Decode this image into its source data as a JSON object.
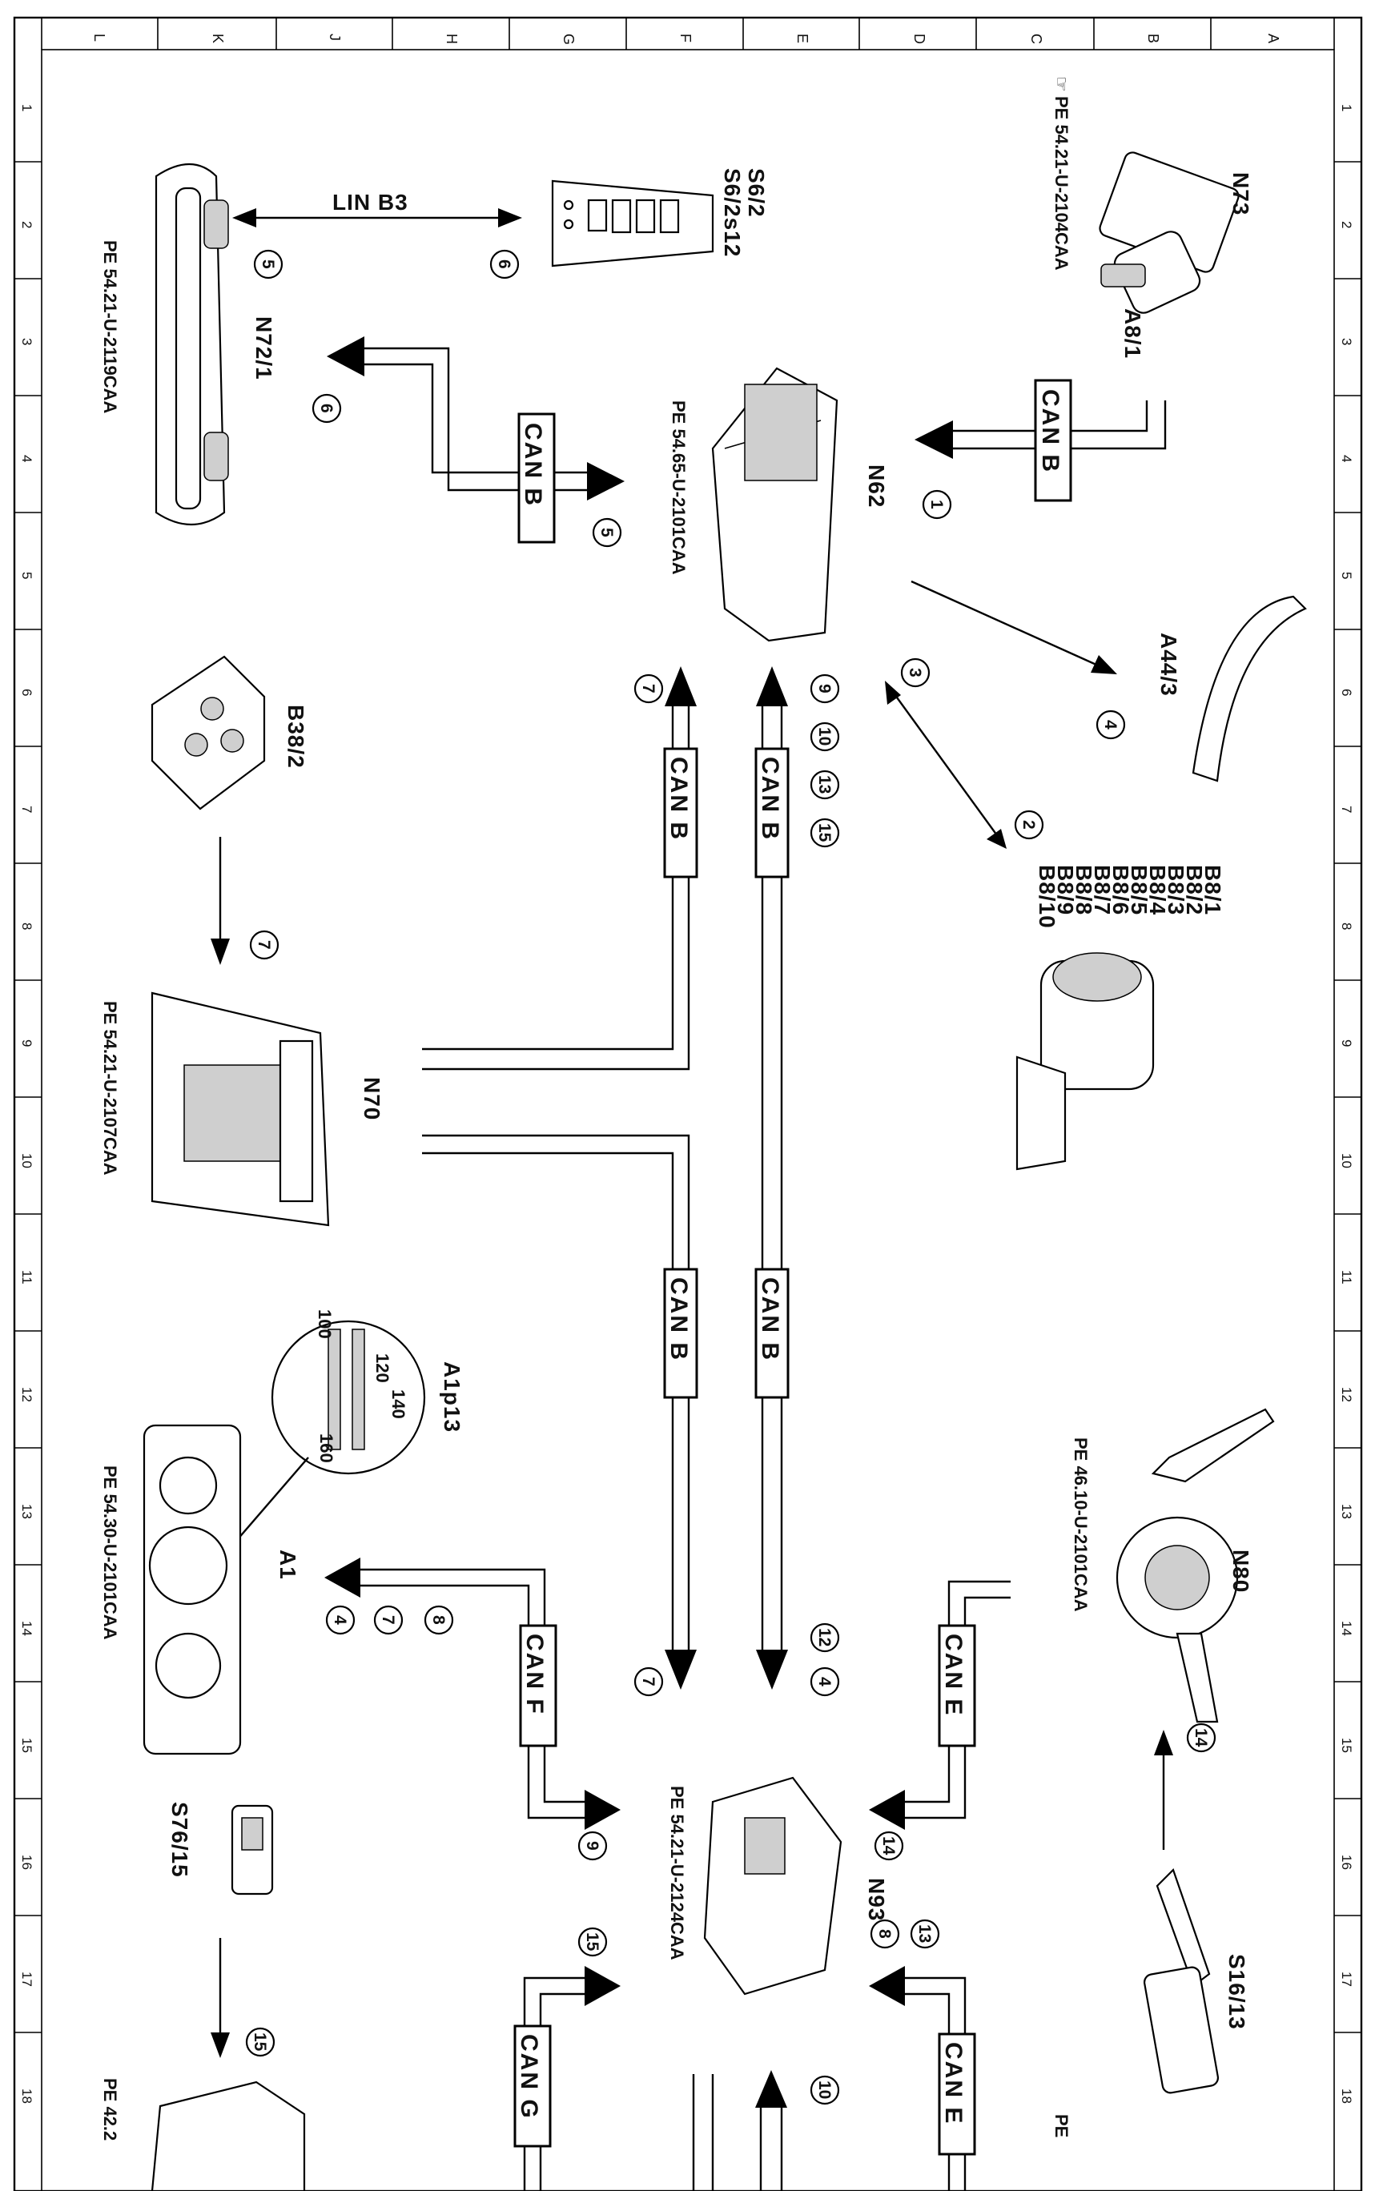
{
  "grid": {
    "letters": [
      "L",
      "K",
      "J",
      "H",
      "G",
      "F",
      "E",
      "D",
      "C",
      "B",
      "A"
    ],
    "numbers": [
      "1",
      "2",
      "3",
      "4",
      "5",
      "6",
      "7",
      "8",
      "9",
      "10",
      "11",
      "12",
      "13",
      "14",
      "15",
      "16",
      "17",
      "18"
    ]
  },
  "components": {
    "N73": "N73",
    "A8_1": "A8/1",
    "S6_2": "S6/2",
    "S6_2s12": "S6/2s12",
    "N72_1": "N72/1",
    "N62": "N62",
    "A44_3": "A44/3",
    "B8": [
      "B8/1",
      "B8/2",
      "B8/3",
      "B8/4",
      "B8/5",
      "B8/6",
      "B8/7",
      "B8/8",
      "B8/9",
      "B8/10"
    ],
    "B38_2": "B38/2",
    "N70": "N70",
    "A1p13": "A1p13",
    "A1": "A1",
    "N80": "N80",
    "N93": "N93",
    "S76_15": "S76/15",
    "S16_13": "S16/13"
  },
  "refs": {
    "n73": "PE 54.21-U-2104CAA",
    "n72_1": "PE 54.21-U-2119CAA",
    "n62": "PE 54.65-U-2101CAA",
    "n70": "PE 54.21-U-2107CAA",
    "a1": "PE 54.30-U-2101CAA",
    "n80": "PE 46.10-U-2101CAA",
    "n93": "PE 54.21-U-2124CAA",
    "s76": "PE 42.2",
    "bottom_right": "PE"
  },
  "buses": {
    "lin_b3": "LIN B3",
    "can_b": "CAN B",
    "can_e": "CAN E",
    "can_f": "CAN F",
    "can_g": "CAN G"
  },
  "gauge": {
    "v100": "100",
    "v120": "120",
    "v140": "140",
    "v160": "160"
  },
  "circles": {
    "c1": "1",
    "c2": "2",
    "c3": "3",
    "c4": "4",
    "c5": "5",
    "c6": "6",
    "c7": "7",
    "c8": "8",
    "c9": "9",
    "c10": "10",
    "c12": "12",
    "c13": "13",
    "c14": "14",
    "c15": "15"
  }
}
